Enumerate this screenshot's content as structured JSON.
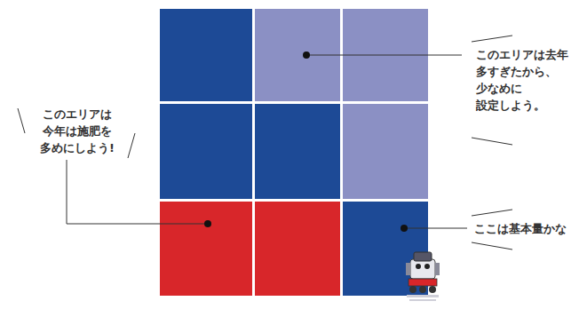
{
  "diagram": {
    "labels": [
      "このエリアは 今年は施肥を 多めにしよう!",
      "このエリアは去年 多すぎたから、 少なめに 設定しよう。",
      "ここは基本量かな"
    ]
  }
}
